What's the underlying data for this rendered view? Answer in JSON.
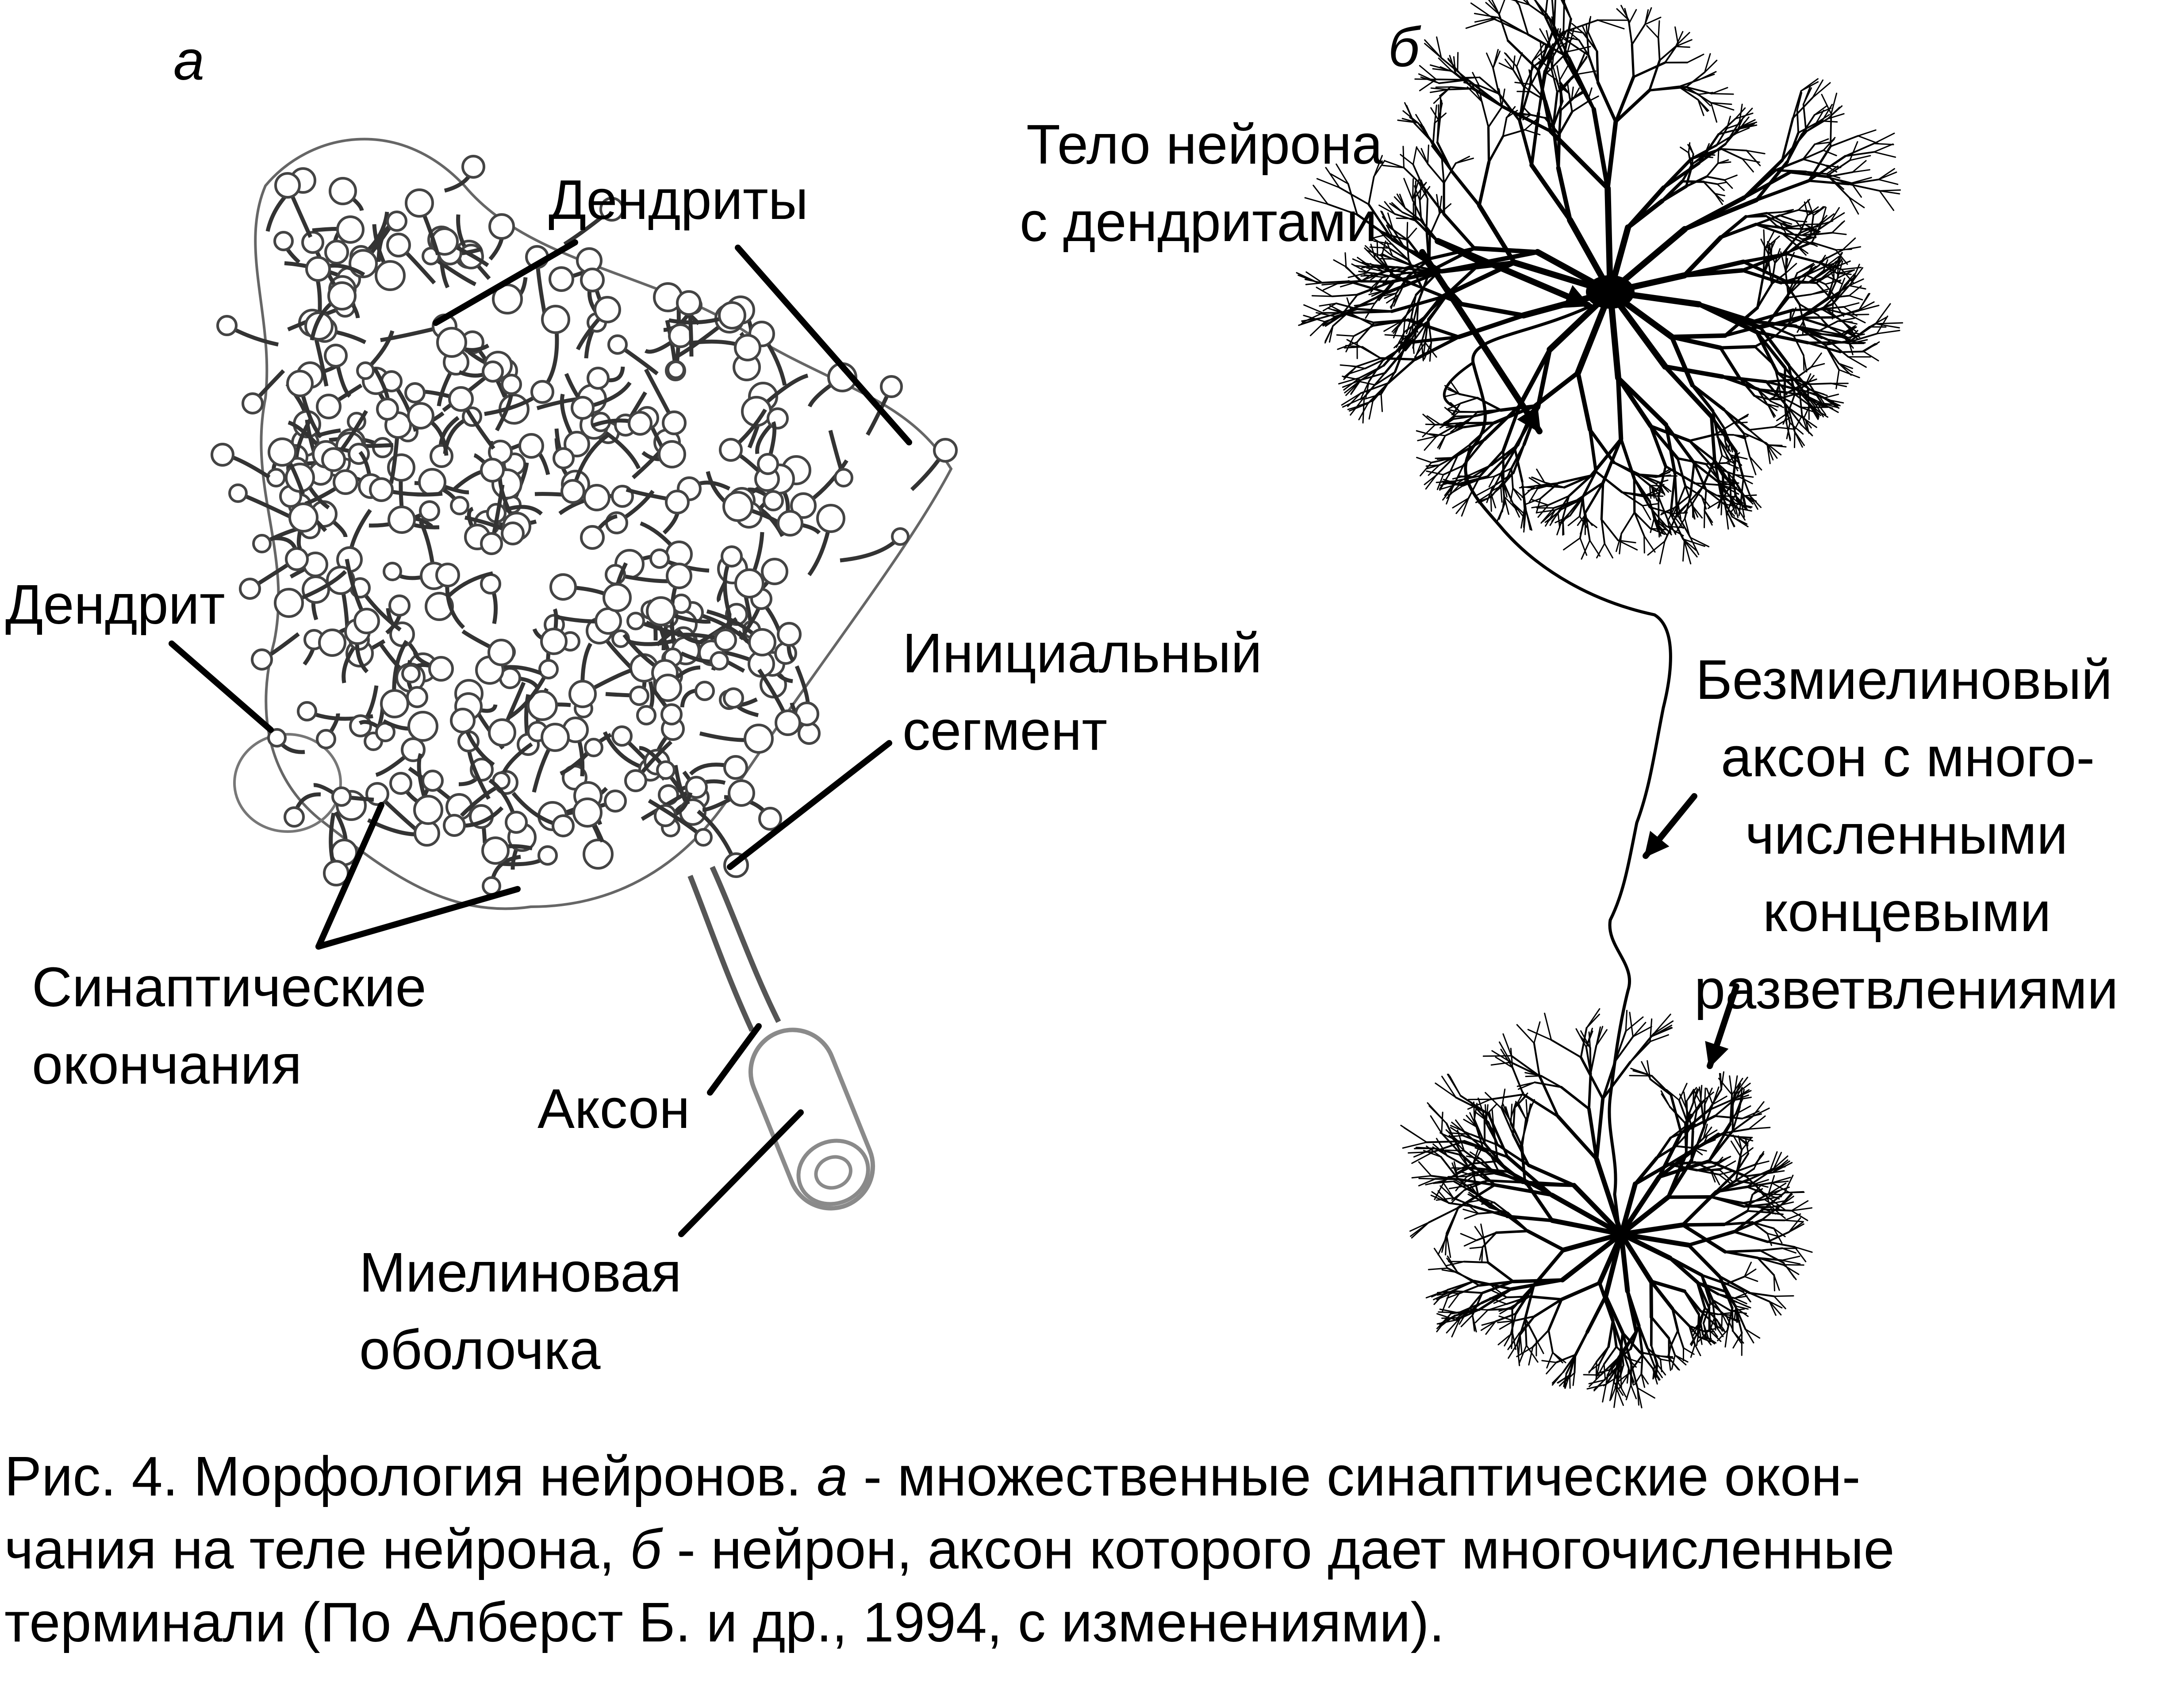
{
  "panel_a": {
    "letter": "а",
    "labels": {
      "dendrites": "Дендриты",
      "dendrite": "Дендрит",
      "initial_segment": [
        "Инициальный",
        "сегмент"
      ],
      "synaptic_endings": [
        "Синаптические",
        "окончания"
      ],
      "axon": "Аксон",
      "myelin_sheath": [
        "Миелиновая",
        "оболочка"
      ]
    }
  },
  "panel_b": {
    "letter": "б",
    "labels": {
      "neuron_body": [
        "Тело нейрона",
        "с дендритами"
      ],
      "unmyelinated_axon": [
        "Безмиелиновый",
        "аксон с много-",
        "численными",
        "концевыми",
        "разветвлениями"
      ]
    }
  },
  "caption": {
    "lines": [
      [
        {
          "text": "Рис. 4. Морфология нейронов. ",
          "italic": false
        },
        {
          "text": "а",
          "italic": true
        },
        {
          "text": " - множественные синаптические окон-",
          "italic": false
        }
      ],
      [
        {
          "text": "чания на теле нейрона, ",
          "italic": false
        },
        {
          "text": "б",
          "italic": true
        },
        {
          "text": " - нейрон, аксон которого дает многочисленные",
          "italic": false
        }
      ],
      [
        {
          "text": "терминали (По Алберст Б. и др., 1994, с изменениями).",
          "italic": false
        }
      ]
    ]
  },
  "colors": {
    "ink": "#000000",
    "sheath_gray": "#8a8a8a",
    "background": "#ffffff"
  }
}
